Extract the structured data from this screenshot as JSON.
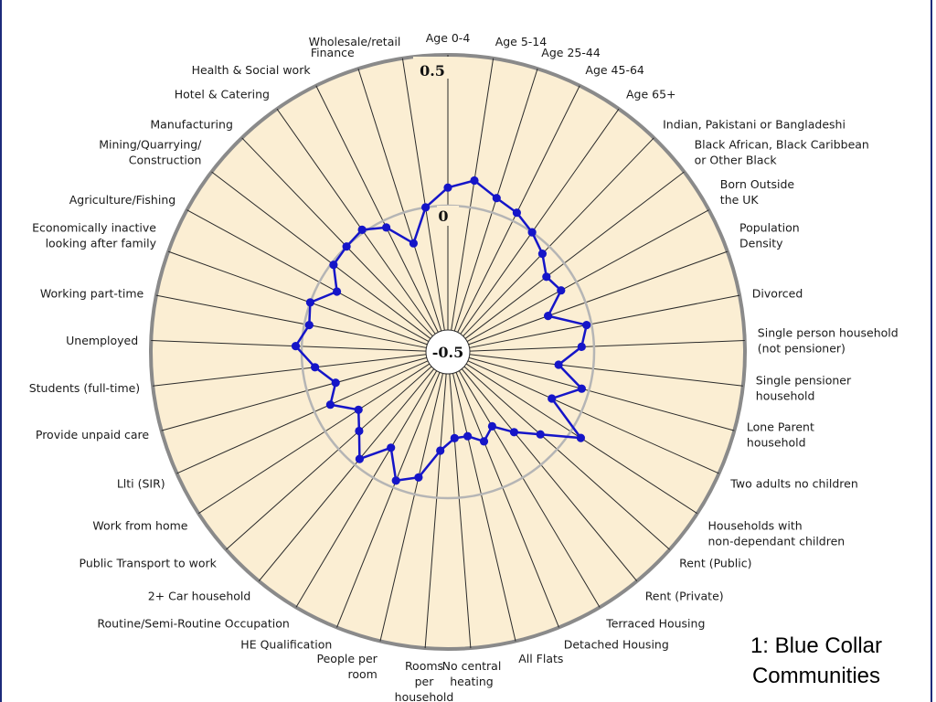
{
  "chart_data": {
    "type": "radar",
    "title": "",
    "ring_labels": [
      "-0.5",
      "0",
      "0.5"
    ],
    "rlim": [
      -0.5,
      0.5
    ],
    "categories": [
      "Age 0-4",
      "Age 5-14",
      "Age 25-44",
      "Age 45-64",
      "Age 65+",
      "Indian, Pakistani or Bangladeshi",
      "Black African, Black Caribbean or Other Black",
      "Born Outside the UK",
      "Population Density",
      "Divorced",
      "Single person household (not pensioner)",
      "Single pensioner household",
      "Lone Parent household",
      "Two adults no children",
      "Households with non-dependant children",
      "Rent (Public)",
      "Rent (Private)",
      "Terraced Housing",
      "Detached Housing",
      "All Flats",
      "No central heating",
      "Rooms per household",
      "People per room",
      "HE Qualification",
      "Routine/Semi-Routine Occupation",
      "2+ Car household",
      "Public Transport to work",
      "Work from home",
      "Llti (SIR)",
      "Provide unpaid care",
      "Students (full-time)",
      "Unemployed",
      "Working part-time",
      "Economically inactive looking after family",
      "Agriculture/Fishing",
      "Mining/Quarrying/ Construction",
      "Manufacturing",
      "Hotel & Catering",
      "Health & Social work",
      "Finance",
      "Wholesale/retail"
    ],
    "series": [
      {
        "values": [
          0.06,
          0.09,
          0.05,
          0.03,
          0.0,
          -0.04,
          -0.09,
          -0.07,
          -0.16,
          -0.02,
          -0.05,
          -0.14,
          -0.03,
          -0.13,
          0.04,
          -0.09,
          -0.17,
          -0.24,
          -0.2,
          -0.24,
          -0.24,
          -0.19,
          -0.07,
          -0.03,
          -0.14,
          -0.03,
          -0.11,
          -0.16,
          -0.07,
          -0.12,
          -0.05,
          0.02,
          -0.02,
          0.0,
          -0.08,
          -0.01,
          0.0,
          0.01,
          -0.03,
          -0.13,
          0.0
        ],
        "color": "#1515c8"
      }
    ]
  },
  "caption": {
    "line1": "1: Blue Collar",
    "line2": "Communities"
  }
}
